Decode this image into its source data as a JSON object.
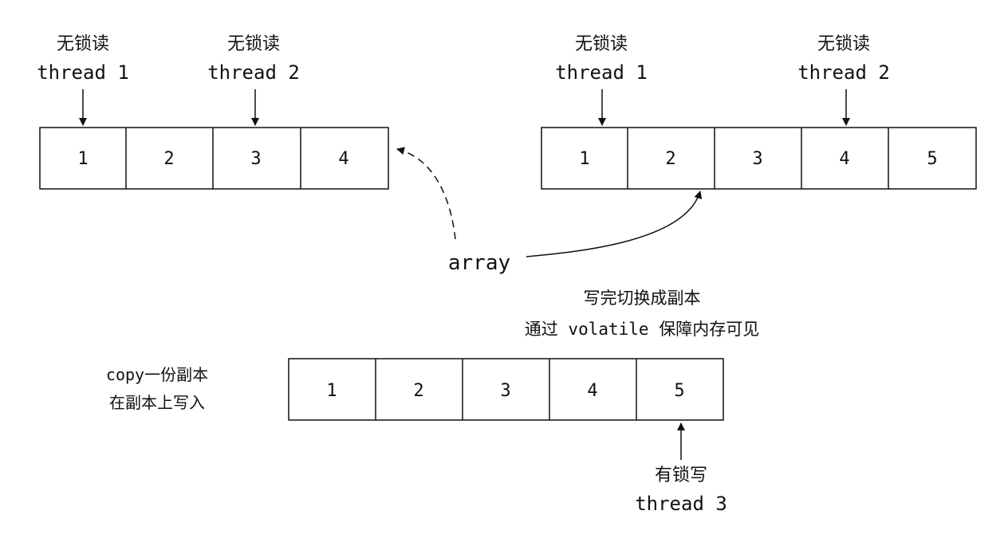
{
  "old_array": {
    "cells": [
      "1",
      "2",
      "3",
      "4"
    ],
    "reader1": {
      "label": "无锁读",
      "thread": "thread 1"
    },
    "reader2": {
      "label": "无锁读",
      "thread": "thread 2"
    }
  },
  "new_array": {
    "cells": [
      "1",
      "2",
      "3",
      "4",
      "5"
    ],
    "reader1": {
      "label": "无锁读",
      "thread": "thread 1"
    },
    "reader2": {
      "label": "无锁读",
      "thread": "thread 2"
    }
  },
  "copy_array": {
    "cells": [
      "1",
      "2",
      "3",
      "4",
      "5"
    ],
    "note_line1": "copy一份副本",
    "note_line2": "在副本上写入",
    "writer": {
      "label": "有锁写",
      "thread": "thread 3"
    }
  },
  "array_ref": {
    "label": "array"
  },
  "switch_note": {
    "line1": "写完切换成副本",
    "line2": "通过 volatile 保障内存可见"
  },
  "colors": {
    "stroke": "#111111",
    "background": "#ffffff"
  }
}
